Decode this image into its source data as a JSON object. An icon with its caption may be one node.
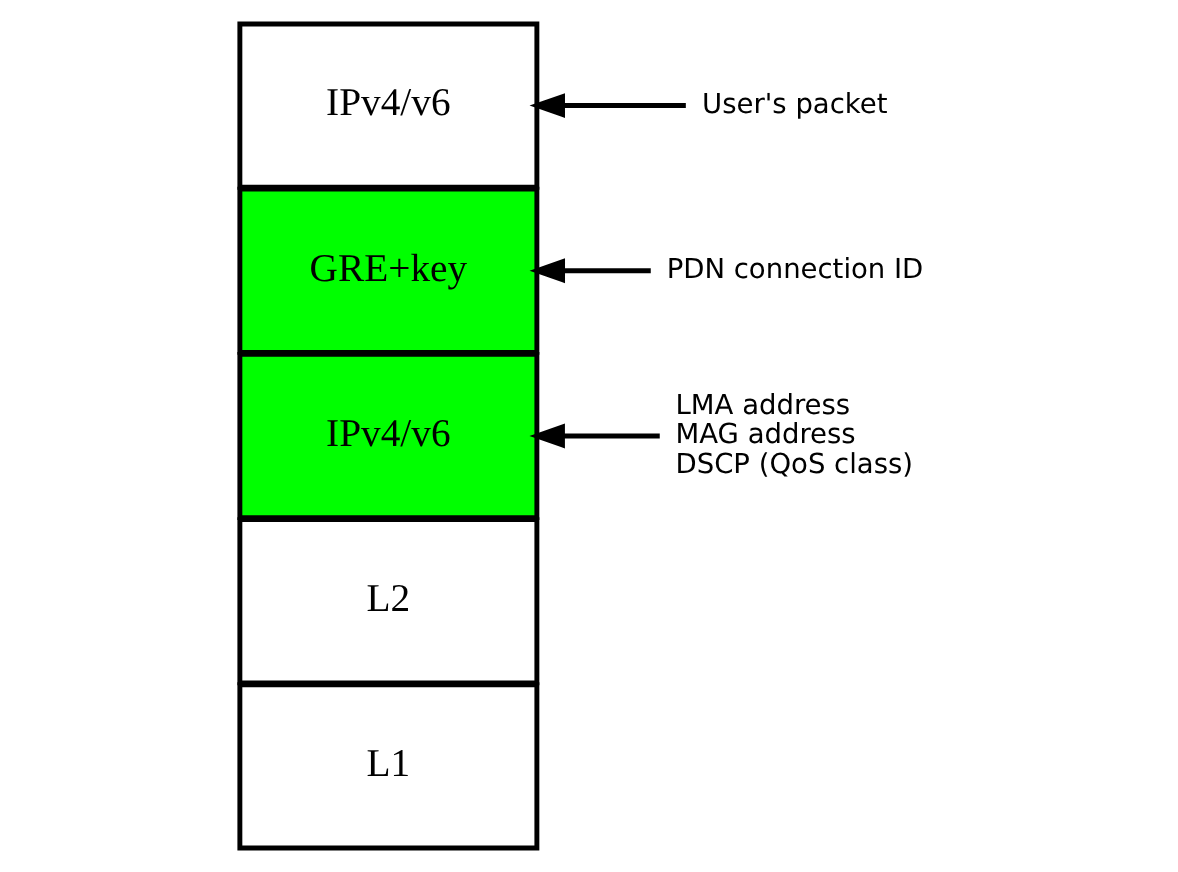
{
  "diagram": {
    "nodes": [
      {
        "text": [
          "IPv4/v6"
        ]
      },
      {
        "text": [
          "GRE+key"
        ]
      },
      {
        "text": [
          "IPv4/v6"
        ]
      },
      {
        "text": [
          "L2"
        ]
      },
      {
        "text": [
          "L1"
        ]
      },
      {
        "text": [
          "User's packet"
        ]
      },
      {
        "text": [
          "PDN connection ID"
        ]
      },
      {
        "text": [
          "LMA address",
          "MAG address",
          "DSCP (QoS class)"
        ]
      }
    ],
    "edges": [
      {
        "from": 5,
        "to": 0,
        "arrow": "to"
      },
      {
        "from": 6,
        "to": 1,
        "arrow": "to"
      },
      {
        "from": 7,
        "to": 2,
        "arrow": "to"
      }
    ]
  }
}
